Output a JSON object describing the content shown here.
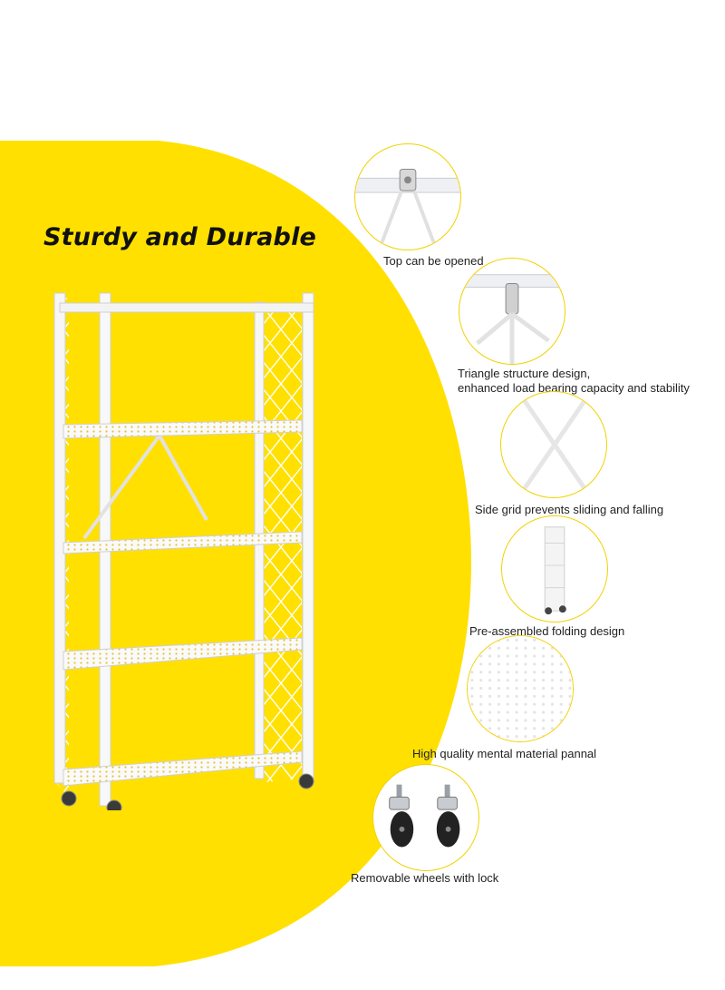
{
  "title": "Sturdy and Durable",
  "colors": {
    "accent": "#ffe000",
    "circle_border": "#f2d200",
    "text": "#111111"
  },
  "features": [
    {
      "icon": "hinge-top-icon",
      "caption": "Top can be opened"
    },
    {
      "icon": "triangle-bracket-icon",
      "caption_lines": [
        "Triangle structure design,",
        "enhanced load bearing capacity and stability"
      ]
    },
    {
      "icon": "cross-grid-icon",
      "caption": "Side grid prevents sliding and falling"
    },
    {
      "icon": "folded-shelf-icon",
      "caption": "Pre-assembled folding design"
    },
    {
      "icon": "perforated-panel-icon",
      "caption": "High quality mental material pannal"
    },
    {
      "icon": "caster-wheels-icon",
      "caption": "Removable wheels with lock"
    }
  ]
}
